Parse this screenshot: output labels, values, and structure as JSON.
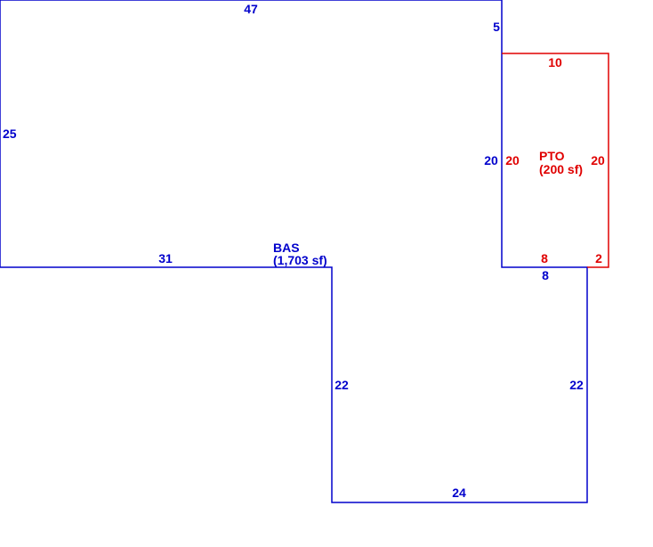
{
  "colors": {
    "base": "#0000cc",
    "patio": "#e00000"
  },
  "base_area": {
    "code": "BAS",
    "area": "(1,703 sf)",
    "dimensions": {
      "top": "47",
      "left": "25",
      "bottom_left": "31",
      "right_upper_short": "5",
      "right_upper": "20",
      "mid_step": "8",
      "inner_left": "22",
      "outer_right": "22",
      "bottom": "24"
    }
  },
  "patio_area": {
    "code": "PTO",
    "area": "(200 sf)",
    "dimensions": {
      "top": "10",
      "left": "20",
      "right": "20",
      "bottom_left": "8",
      "bottom_right": "2"
    }
  }
}
